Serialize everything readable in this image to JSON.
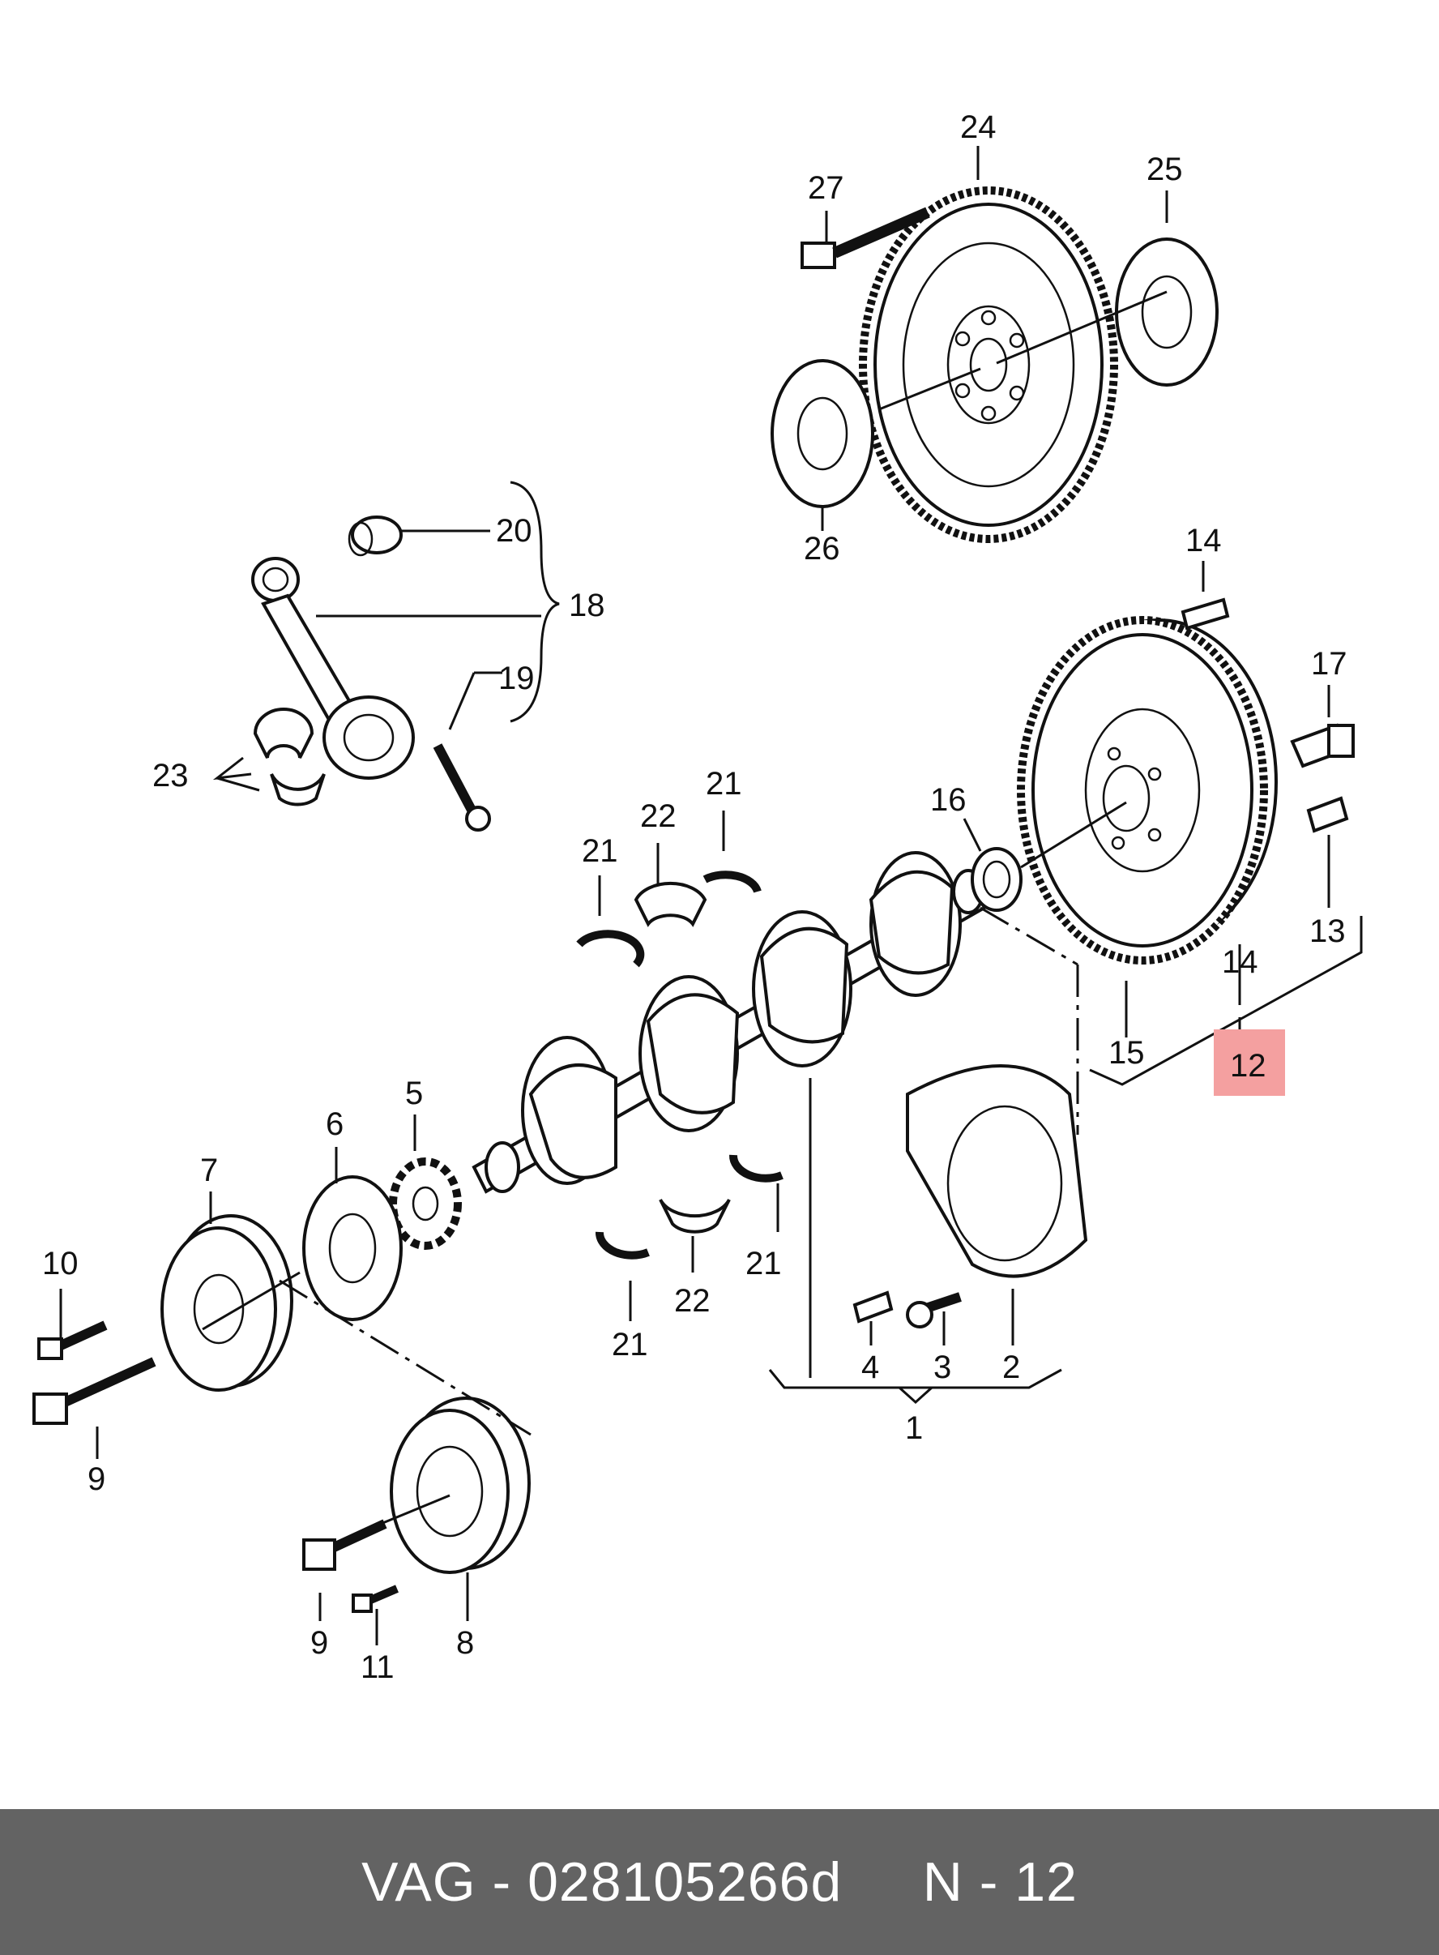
{
  "labels": [
    {
      "id": "24",
      "text": "24"
    },
    {
      "id": "27",
      "text": "27"
    },
    {
      "id": "25",
      "text": "25"
    },
    {
      "id": "26",
      "text": "26"
    },
    {
      "id": "20",
      "text": "20"
    },
    {
      "id": "18",
      "text": "18"
    },
    {
      "id": "19",
      "text": "19"
    },
    {
      "id": "23",
      "text": "23"
    },
    {
      "id": "14a",
      "text": "14"
    },
    {
      "id": "17",
      "text": "17"
    },
    {
      "id": "16",
      "text": "16"
    },
    {
      "id": "13",
      "text": "13"
    },
    {
      "id": "14b",
      "text": "14"
    },
    {
      "id": "15",
      "text": "15"
    },
    {
      "id": "12",
      "text": "12"
    },
    {
      "id": "21a",
      "text": "21"
    },
    {
      "id": "22a",
      "text": "22"
    },
    {
      "id": "21b",
      "text": "21"
    },
    {
      "id": "5",
      "text": "5"
    },
    {
      "id": "6",
      "text": "6"
    },
    {
      "id": "7",
      "text": "7"
    },
    {
      "id": "10",
      "text": "10"
    },
    {
      "id": "9a",
      "text": "9"
    },
    {
      "id": "22b",
      "text": "22"
    },
    {
      "id": "21c",
      "text": "21"
    },
    {
      "id": "21d",
      "text": "21"
    },
    {
      "id": "4",
      "text": "4"
    },
    {
      "id": "3",
      "text": "3"
    },
    {
      "id": "2",
      "text": "2"
    },
    {
      "id": "1",
      "text": "1"
    },
    {
      "id": "9b",
      "text": "9"
    },
    {
      "id": "11",
      "text": "11"
    },
    {
      "id": "8",
      "text": "8"
    }
  ],
  "highlight": {
    "label_id": "12",
    "color": "#f4a0a0"
  },
  "footer": {
    "text": "VAG - 028105266d     N - 12"
  }
}
